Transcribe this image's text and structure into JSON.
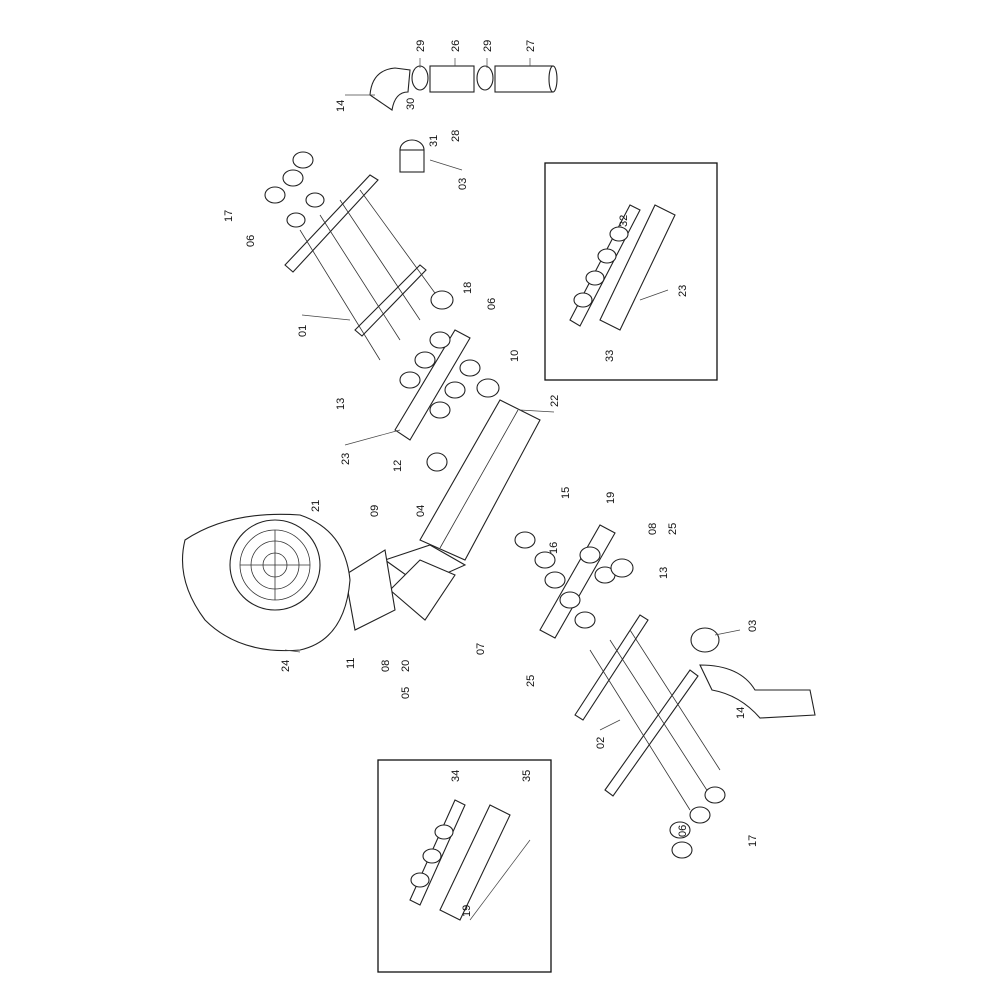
{
  "callouts": [
    "29",
    "26",
    "29",
    "27",
    "14",
    "30",
    "28",
    "31",
    "03",
    "17",
    "06",
    "01",
    "18",
    "06",
    "10",
    "13",
    "22",
    "23",
    "12",
    "21",
    "09",
    "04",
    "15",
    "19",
    "16",
    "08",
    "25",
    "13",
    "11",
    "08",
    "20",
    "07",
    "05",
    "25",
    "24",
    "03",
    "14",
    "02",
    "06",
    "17"
  ],
  "inset_top": {
    "callouts": [
      "32",
      "23",
      "33"
    ]
  },
  "inset_bottom": {
    "callouts": [
      "34",
      "35",
      "19"
    ]
  }
}
